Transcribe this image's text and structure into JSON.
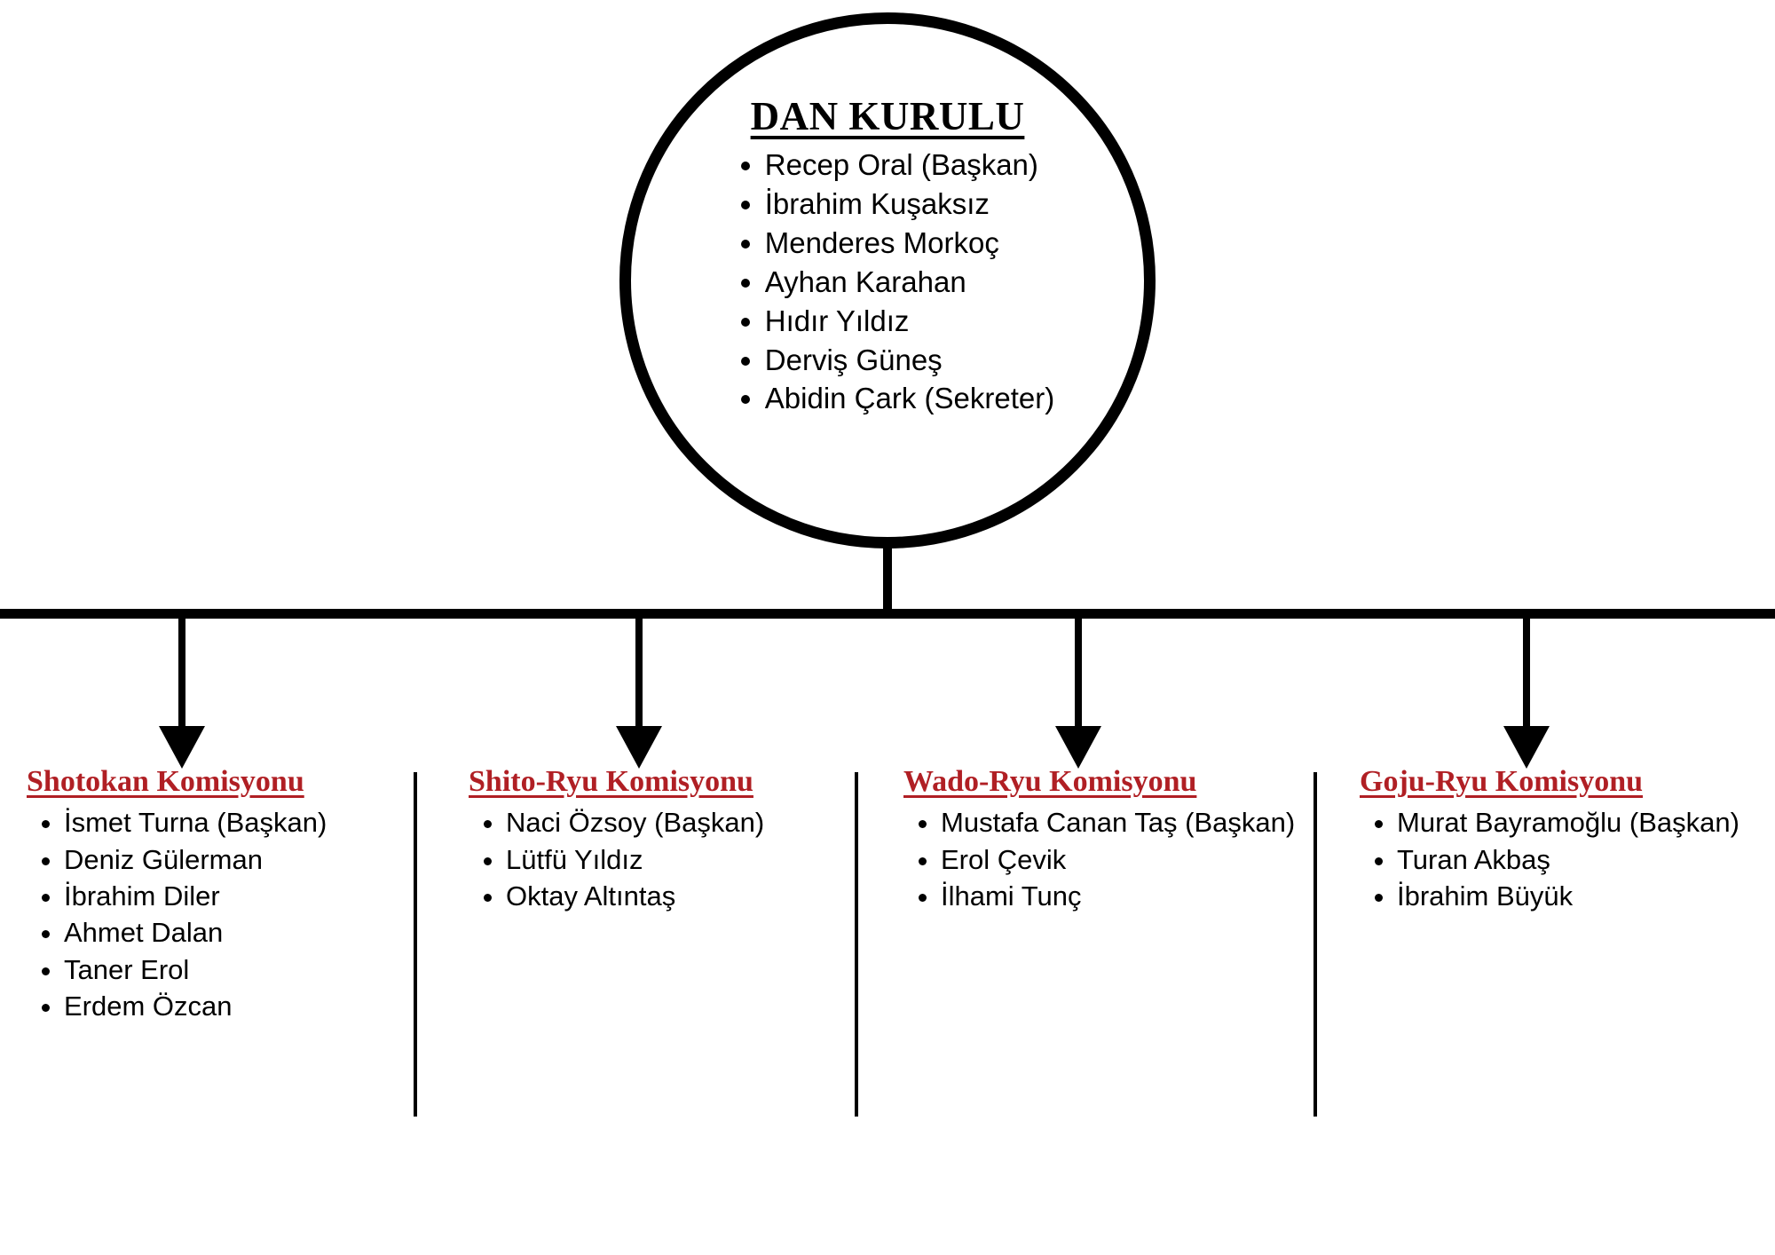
{
  "colors": {
    "committee_heading": "#B01F24",
    "line": "#000000",
    "text": "#000000",
    "background": "#ffffff"
  },
  "board": {
    "title": "DAN KURULU",
    "members": [
      "Recep Oral (Başkan)",
      "İbrahim Kuşaksız",
      "Menderes Morkoç",
      "Ayhan Karahan",
      "Hıdır Yıldız",
      "Derviş Güneş",
      "Abidin Çark (Sekreter)"
    ]
  },
  "committees": [
    {
      "title": "Shotokan Komisyonu",
      "members": [
        "İsmet Turna (Başkan)",
        "Deniz Gülerman",
        "İbrahim Diler",
        "Ahmet Dalan",
        "Taner Erol",
        "Erdem Özcan"
      ]
    },
    {
      "title": "Shito-Ryu Komisyonu",
      "members": [
        "Naci Özsoy (Başkan)",
        "Lütfü Yıldız",
        "Oktay Altıntaş"
      ]
    },
    {
      "title": "Wado-Ryu Komisyonu",
      "members": [
        "Mustafa Canan Taş (Başkan)",
        "Erol Çevik",
        "İlhami Tunç"
      ]
    },
    {
      "title": "Goju-Ryu Komisyonu",
      "members": [
        "Murat Bayramoğlu (Başkan)",
        "Turan Akbaş",
        "İbrahim Büyük"
      ]
    }
  ]
}
